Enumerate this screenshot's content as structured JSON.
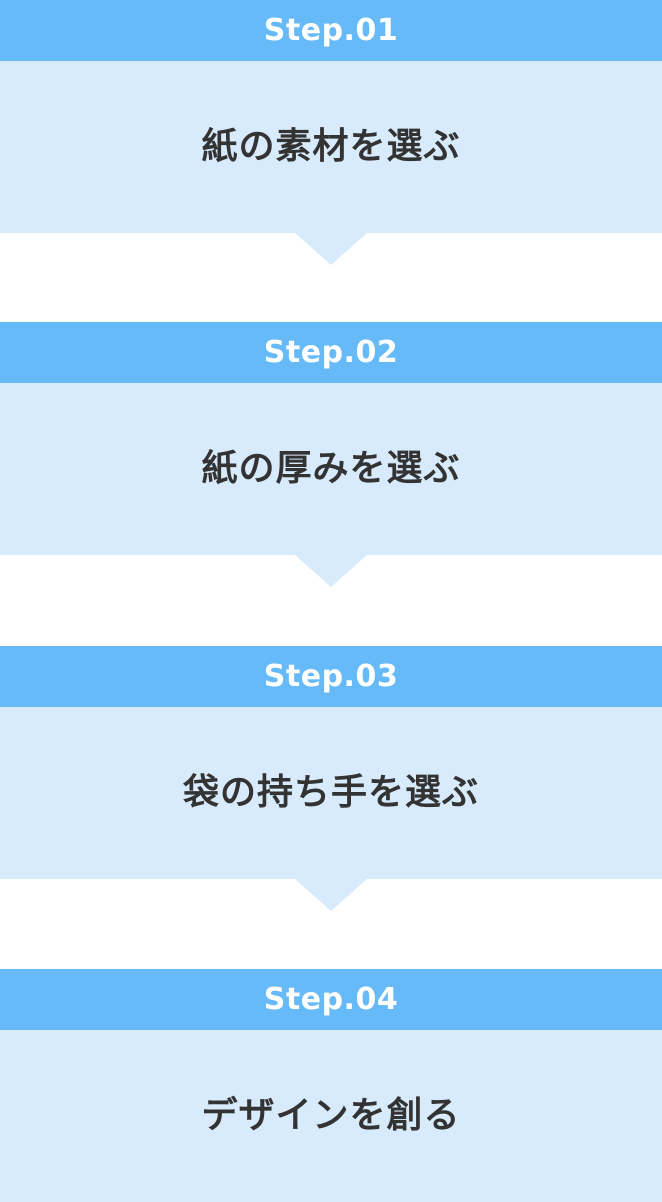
{
  "steps": [
    {
      "label": "Step.01",
      "title": "紙の素材を選ぶ"
    },
    {
      "label": "Step.02",
      "title": "紙の厚みを選ぶ"
    },
    {
      "label": "Step.03",
      "title": "袋の持ち手を選ぶ"
    },
    {
      "label": "Step.04",
      "title": "デザインを創る"
    }
  ],
  "colors": {
    "header": "#66baf7",
    "body": "#d8ebfc",
    "title_text": "#333333",
    "header_text": "#ffffff"
  }
}
